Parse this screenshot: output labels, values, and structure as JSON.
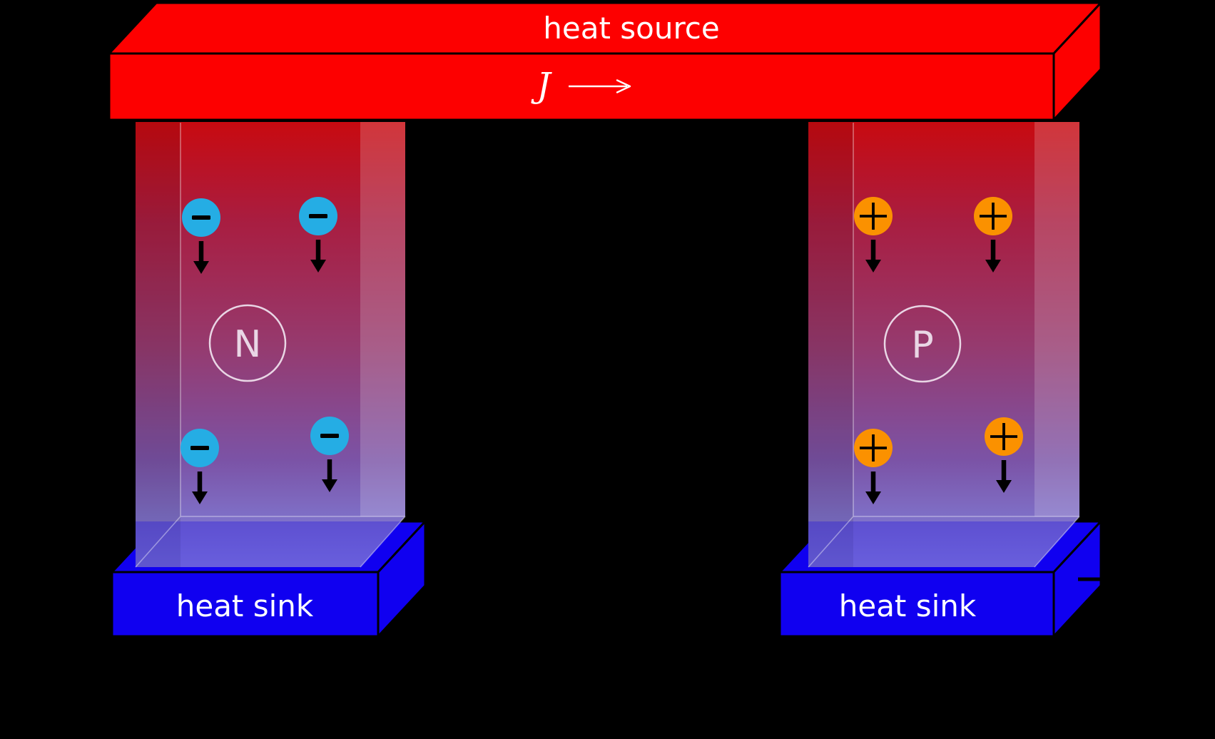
{
  "background_color": "#000000",
  "labels": {
    "heat_source": "heat source",
    "current_symbol": "J",
    "current_arrow": "⟶",
    "heat_sink_left": "heat sink",
    "heat_sink_right": "heat sink"
  },
  "legs": {
    "left": {
      "label": "N",
      "carrier": "electron",
      "carrier_symbol": "−",
      "carrier_color": "#25ade4",
      "carriers_visible": 4,
      "flow_direction": "down"
    },
    "right": {
      "label": "P",
      "carrier": "hole",
      "carrier_symbol": "+",
      "carrier_color": "#fb9100",
      "carriers_visible": 4,
      "flow_direction": "down"
    }
  },
  "colors": {
    "heat_source_bar": "#fd0000",
    "heat_sink_block": "#1000f0",
    "leg_gradient_top": "#c80a10",
    "leg_gradient_mid": "#963a6e",
    "leg_gradient_bottom": "#8f88dc",
    "label_circle": "#e9d6e5",
    "text": "#ffffff",
    "outline": "#000000"
  }
}
